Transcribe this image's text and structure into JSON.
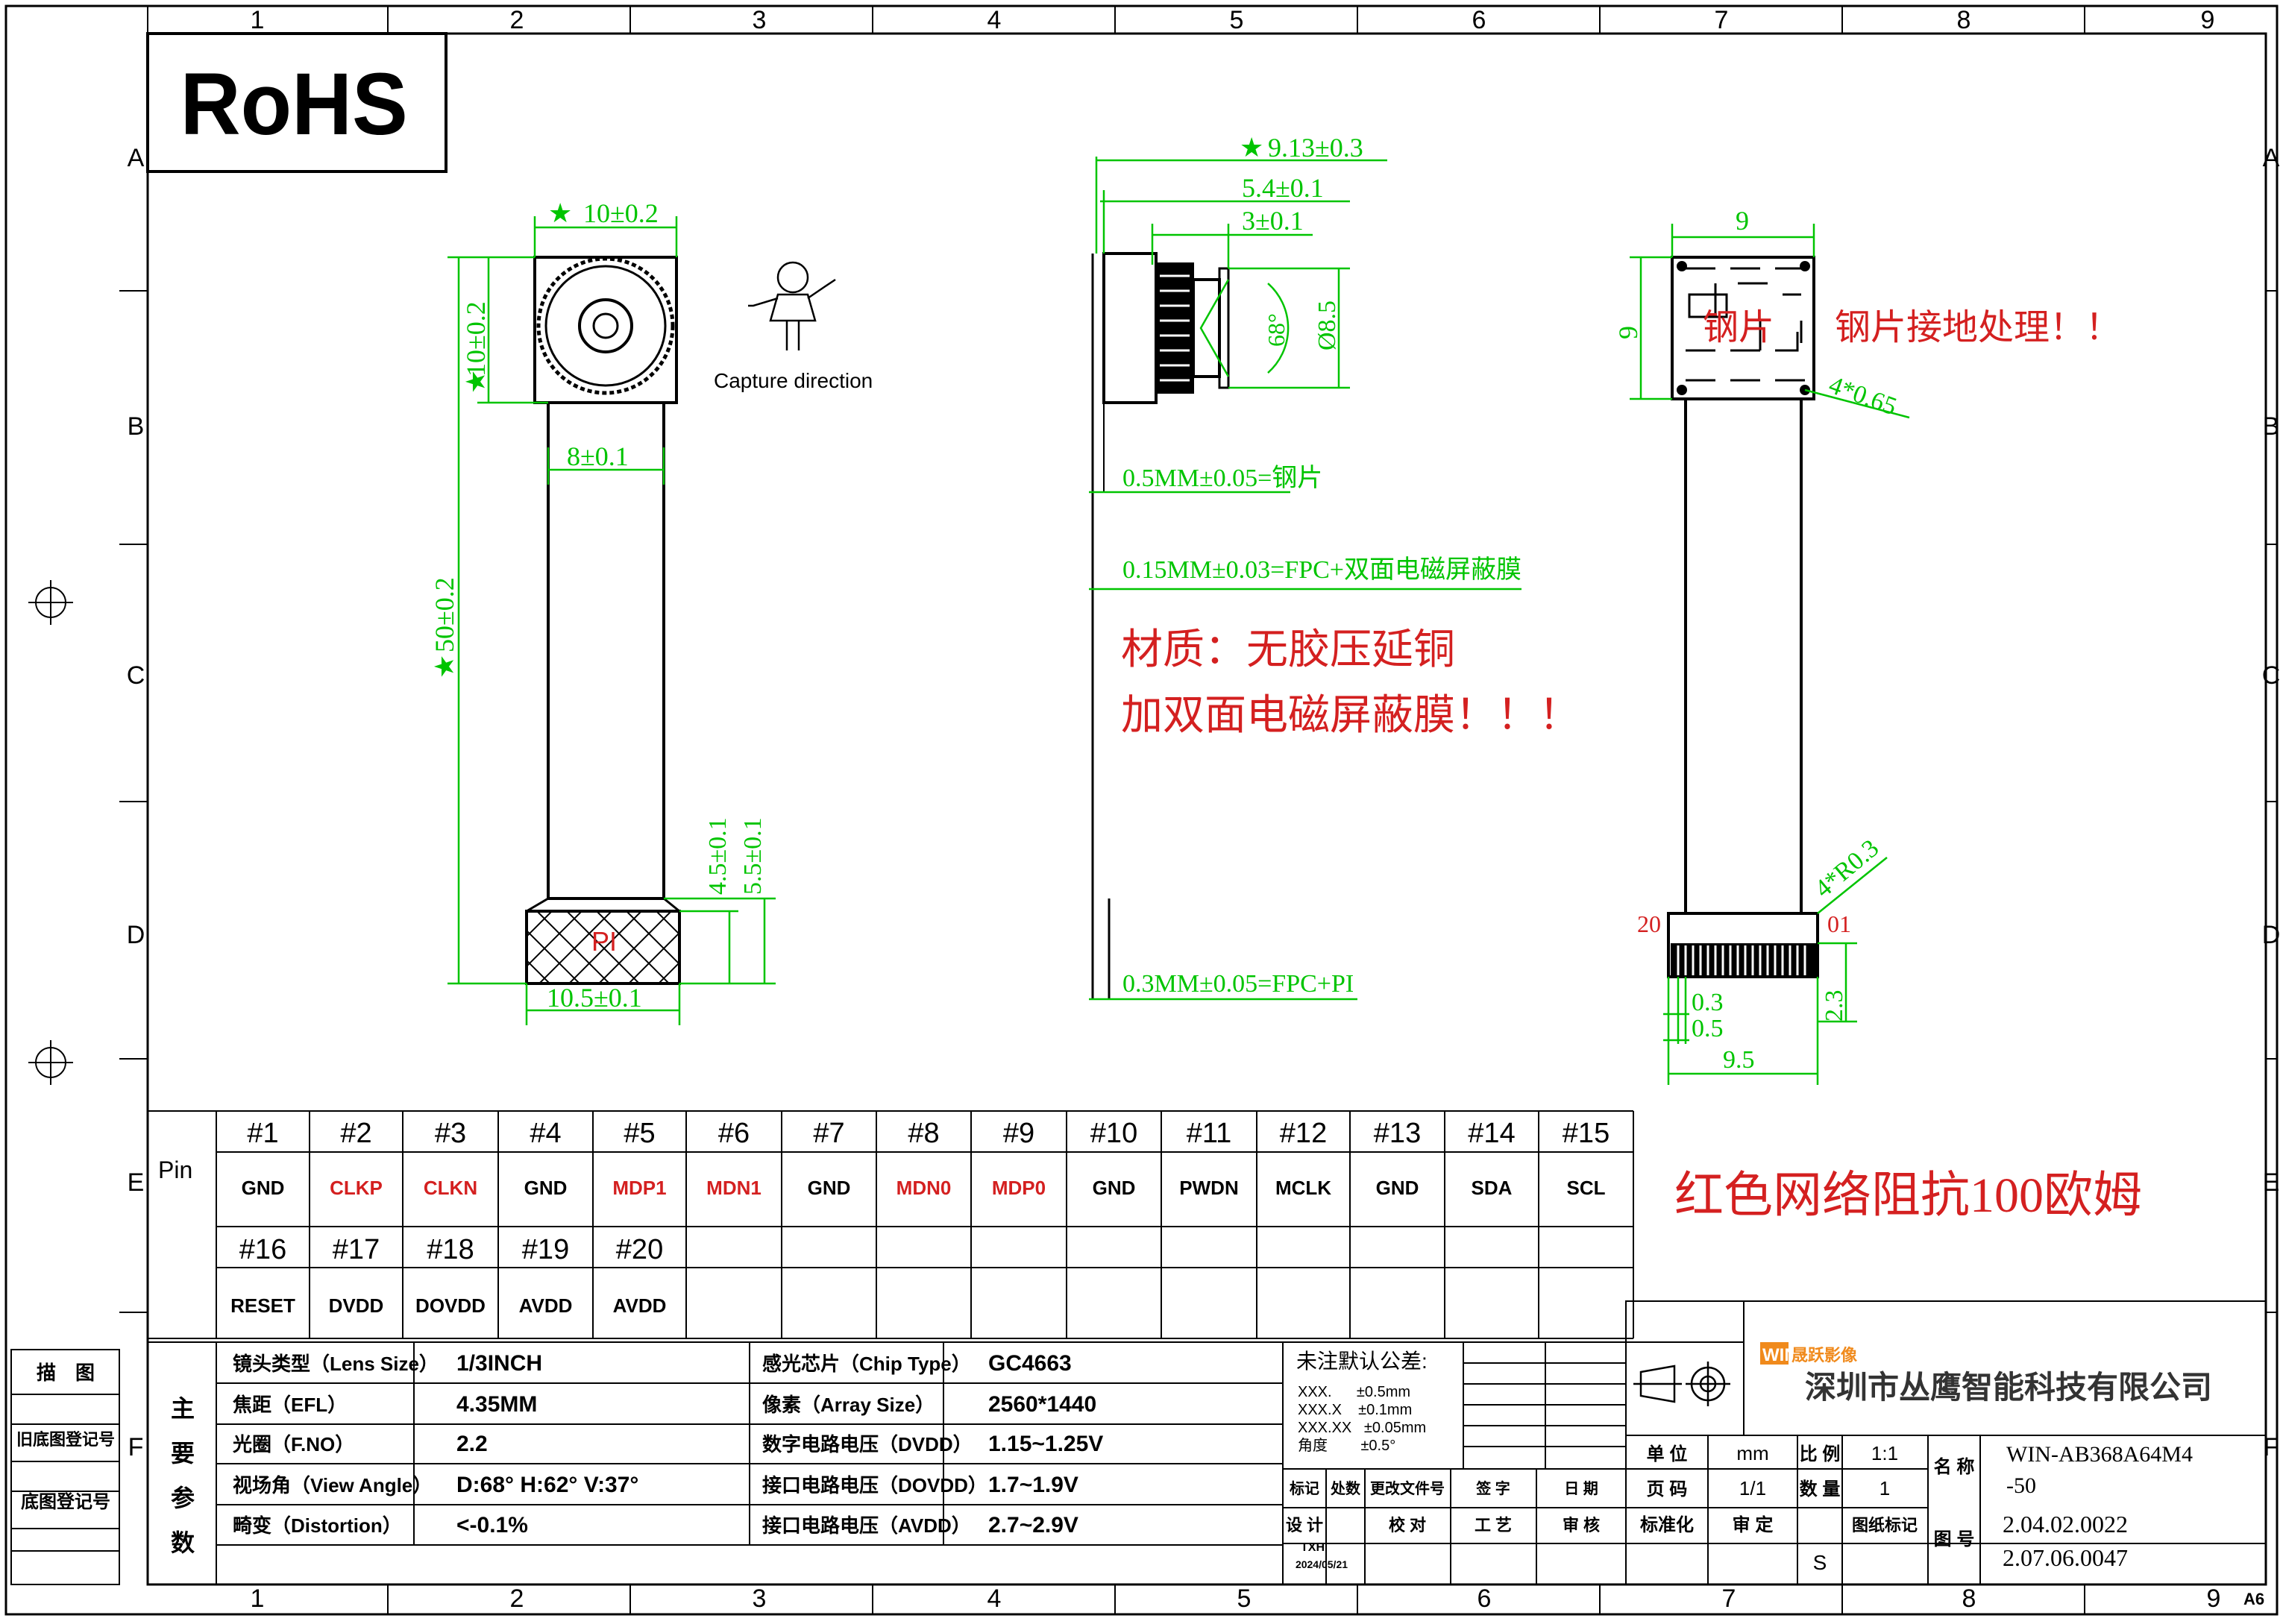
{
  "logo": {
    "rohs": "RoHS"
  },
  "grid": {
    "cols": [
      "1",
      "2",
      "3",
      "4",
      "5",
      "6",
      "7",
      "8",
      "9"
    ],
    "rows": [
      "A",
      "B",
      "C",
      "D",
      "E",
      "F"
    ]
  },
  "front_view": {
    "dim_width_top": "10±0.2",
    "dim_height_top": "10±0.2",
    "dim_fpc_width": "8±0.1",
    "dim_total_length": "50±0.2",
    "dim_pi_a": "4.5±0.1",
    "dim_pi_b": "5.5±0.1",
    "pi_label": "PI",
    "dim_bottom_width": "10.5±0.1",
    "capture_label": "Capture direction"
  },
  "side_view": {
    "dim_total": "9.13±0.3",
    "dim_a": "5.4±0.1",
    "dim_b": "3±0.1",
    "angle": "68°",
    "dia": "Ø8.5",
    "note_steel": "0.5MM±0.05=钢片",
    "note_fpc_shield": "0.15MM±0.03=FPC+双面电磁屏蔽膜",
    "note_fpc_pi": "0.3MM±0.05=FPC+PI",
    "material_line1": "材质：无胶压延铜",
    "material_line2": "加双面电磁屏蔽膜！！！"
  },
  "back_view": {
    "dim_top": "9",
    "dim_side": "9",
    "steel_label": "钢片",
    "steel_note": "钢片接地处理！！",
    "holes": "4*0.65",
    "radius": "4*R0.3",
    "pin20": "20",
    "pin01": "01",
    "dim_03": "0.3",
    "dim_05": "0.5",
    "dim_95": "9.5",
    "dim_23": "2.3"
  },
  "pin_table": {
    "header": "Pin",
    "row1_nums": [
      "#1",
      "#2",
      "#3",
      "#4",
      "#5",
      "#6",
      "#7",
      "#8",
      "#9",
      "#10",
      "#11",
      "#12",
      "#13",
      "#14",
      "#15"
    ],
    "row1_names": [
      "GND",
      "CLKP",
      "CLKN",
      "GND",
      "MDP1",
      "MDN1",
      "GND",
      "MDN0",
      "MDP0",
      "GND",
      "PWDN",
      "MCLK",
      "GND",
      "SDA",
      "SCL"
    ],
    "row1_red": [
      false,
      true,
      true,
      false,
      true,
      true,
      false,
      true,
      true,
      false,
      false,
      false,
      false,
      false,
      false
    ],
    "row2_nums": [
      "#16",
      "#17",
      "#18",
      "#19",
      "#20"
    ],
    "row2_names": [
      "RESET",
      "DVDD",
      "DOVDD",
      "AVDD",
      "AVDD"
    ],
    "impedance_note": "红色网络阻抗100欧姆"
  },
  "params": {
    "side_label": [
      "主",
      "要",
      "参",
      "数"
    ],
    "rows": [
      {
        "k1": "镜头类型（Lens Size）",
        "v1": "1/3INCH",
        "k2": "感光芯片（Chip Type）",
        "v2": "GC4663"
      },
      {
        "k1": "焦距（EFL）",
        "v1": "4.35MM",
        "k2": "像素（Array Size）",
        "v2": "2560*1440"
      },
      {
        "k1": "光圈（F.NO）",
        "v1": "2.2",
        "k2": "数字电路电压（DVDD）",
        "v2": "1.15~1.25V"
      },
      {
        "k1": "视场角（View Angle）",
        "v1": "D:68°    H:62°    V:37°",
        "k2": "接口电路电压（DOVDD）",
        "v2": "1.7~1.9V"
      },
      {
        "k1": "畸变（Distortion）",
        "v1": "<-0.1%",
        "k2": "接口电路电压（AVDD）",
        "v2": "2.7~2.9V"
      }
    ]
  },
  "left_labels": [
    "描　图",
    "旧底图登记号",
    "底图登记号"
  ],
  "tolerance": {
    "title": "未注默认公差:",
    "lines": [
      "XXX.      ±0.5mm",
      "XXX.X    ±0.1mm",
      "XXX.XX   ±0.05mm",
      "角度        ±0.5°"
    ]
  },
  "title_block": {
    "brand": "晟跃影像",
    "brand_win": "WIN",
    "company": "深圳市丛鹰智能科技有限公司",
    "unit_label": "单 位",
    "unit_value": "mm",
    "scale_label": "比 例",
    "scale_value": "1:1",
    "name_label": "名 称",
    "name_value": "WIN-AB368A64M4-50",
    "page_label": "页 码",
    "page_value": "1/1",
    "qty_label": "数 量",
    "qty_value": "1",
    "std_label": "标准化",
    "review_label": "审 定",
    "sheet_mark_label": "图纸标记",
    "sheet_mark": "S",
    "drawing_no_label": "图 号",
    "drawing_no_1": "2.04.02.0022",
    "drawing_no_2": "2.07.06.0047",
    "rev_headers": [
      "标记",
      "处数",
      "更改文件号",
      "签 字",
      "日 期"
    ],
    "sig_headers": [
      "设 计",
      "校 对",
      "工 艺",
      "审 核"
    ],
    "designer": "TXH",
    "design_date": "2024/05/21",
    "paper": "A6"
  },
  "colors": {
    "dim": "#00c400",
    "red": "#d42020",
    "line": "#000000"
  }
}
